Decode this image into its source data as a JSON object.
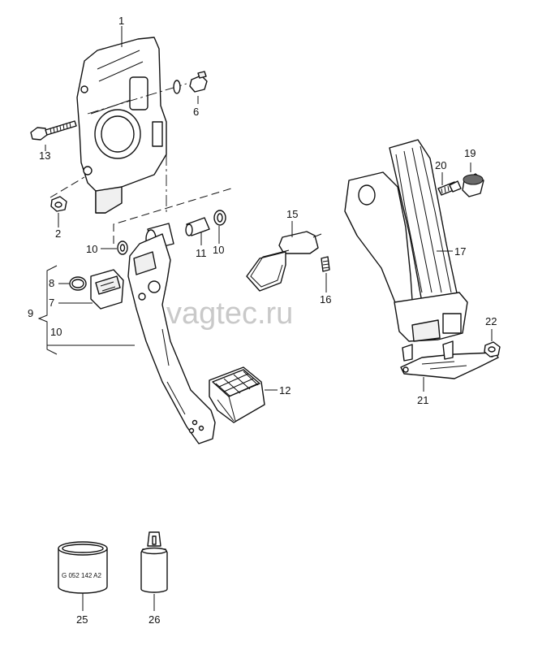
{
  "watermark": "vagtec.ru",
  "callouts": {
    "c1": "1",
    "c2": "2",
    "c6": "6",
    "c7": "7",
    "c8": "8",
    "c9": "9",
    "c10a": "10",
    "c10b": "10",
    "c10c": "10",
    "c11": "11",
    "c12": "12",
    "c13": "13",
    "c15": "15",
    "c16": "16",
    "c17": "17",
    "c19": "19",
    "c20": "20",
    "c21": "21",
    "c22": "22",
    "c25": "25",
    "c26": "26"
  },
  "ring_part_number": "G 052 142 A2"
}
